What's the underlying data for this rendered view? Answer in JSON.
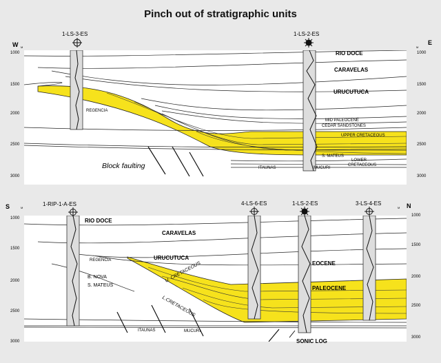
{
  "title": "Pinch out of stratigraphic units",
  "section1": {
    "left_dir": "W",
    "right_dir": "E",
    "depth_unit": "M",
    "depth_ticks_left": [
      "1000",
      "1500",
      "2000",
      "2500",
      "3000"
    ],
    "depth_ticks_right": [
      "1000",
      "1500",
      "2000",
      "2500",
      "3000"
    ],
    "wells": [
      "1-LS-3-ES",
      "1-LS-2-ES"
    ],
    "units": {
      "rio_doce": "RIO DOCE",
      "caravelas": "CARAVELAS",
      "urucutuca": "URUCUTUCA",
      "regencia": "REGENCIA",
      "mid_paleocene": "MID PALEOCENE",
      "cedar": "CEDAR SANDSTONES",
      "upper_cret": "UPPER CRETACEOUS",
      "s_mateus": "S. MATEUS",
      "lower": "LOWER",
      "cretaceous": "CRETACEOUS",
      "itaunas": "ITAUNAS",
      "mucuri": "MUCURI"
    },
    "annotation": "Block faulting"
  },
  "section2": {
    "left_dir": "S",
    "right_dir": "N",
    "depth_unit": "M",
    "depth_ticks_left": [
      "1000",
      "1500",
      "2000",
      "2500",
      "3000"
    ],
    "depth_ticks_right": [
      "1000",
      "1500",
      "2000",
      "2500",
      "3000"
    ],
    "wells": [
      "1-RIP-1-A-ES",
      "4-LS-6-ES",
      "1-LS-2-ES",
      "3-LS-4-ES"
    ],
    "units": {
      "rio_doce": "RIO DOCE",
      "caravelas": "CARAVELAS",
      "urucutuca": "URUCUTUCA",
      "eocene": "EOCENE",
      "regencia": "REGENCIA",
      "b_nova": "B. NOVA",
      "s_mateus": "S. MATEUS",
      "u_cret": "U. CRETACEOUS",
      "l_cret": "L.CRETACEOUS",
      "paleocene": "PALEOCENE",
      "itaunas": "ITAUNAS",
      "mucuri": "MUCURI"
    },
    "sonic_log": "SONIC LOG"
  },
  "colors": {
    "sand": "#f6e21c",
    "frame_bg": "#e9e9e9",
    "panel_bg": "#ffffff",
    "ink": "#111111"
  }
}
